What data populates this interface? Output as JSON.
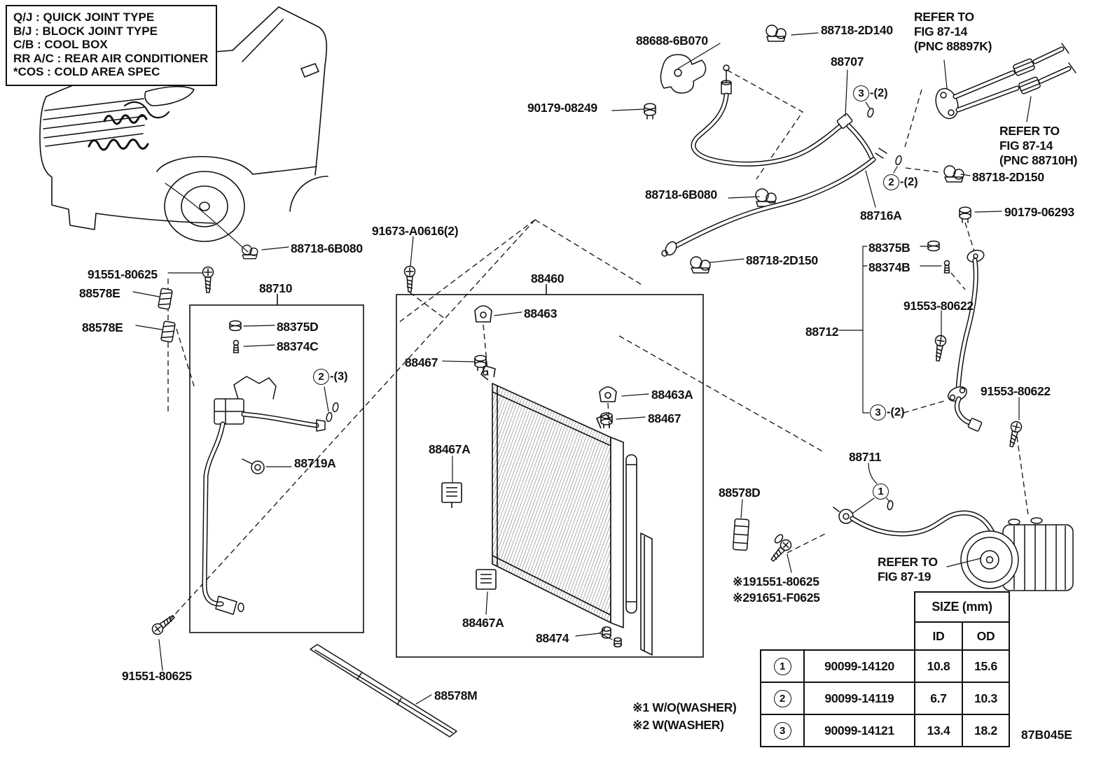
{
  "colors": {
    "line": "#111111",
    "background": "#ffffff"
  },
  "legend": {
    "lines": [
      "Q/J :  QUICK JOINT TYPE",
      "B/J :  BLOCK JOINT TYPE",
      "C/B :  COOL BOX",
      "RR A/C :  REAR AIR CONDITIONER",
      "*COS :  COLD AREA SPEC"
    ]
  },
  "labels": {
    "p88688_6b070": "88688-6B070",
    "p88718_2d140": "88718-2D140",
    "p88707": "88707",
    "p90179_08249": "90179-08249",
    "p88718_6b080_top": "88718-6B080",
    "p88718_2d150_right": "88718-2D150",
    "p88716a": "88716A",
    "p90179_06293": "90179-06293",
    "p88375b": "88375B",
    "p88374b": "88374B",
    "p88718_2d150_mid": "88718-2D150",
    "p91673_a0616": "91673-A0616(2)",
    "p88460": "88460",
    "p88463": "88463",
    "p91553_80622_top": "91553-80622",
    "p88712": "88712",
    "p88718_6b080_left": "88718-6B080",
    "p91551_80625_top": "91551-80625",
    "p88578e_upper": "88578E",
    "p88578e_lower": "88578E",
    "p88710": "88710",
    "p88375d": "88375D",
    "p88374c": "88374C",
    "p88467_left": "88467",
    "p88463a": "88463A",
    "p88467_right": "88467",
    "p88467a_upper": "88467A",
    "p88719a": "88719A",
    "p91553_80622_bot": "91553-80622",
    "p88711": "88711",
    "p88578d": "88578D",
    "p88467a_lower": "88467A",
    "p88474": "88474",
    "p91551_80625_bot": "91551-80625",
    "p88578m": "88578M"
  },
  "refer_notes": {
    "fig8714_top": {
      "l1": "REFER TO",
      "l2": "FIG 87-14",
      "l3": "(PNC 88897K)"
    },
    "fig8714_right": {
      "l1": "REFER TO",
      "l2": "FIG 87-14",
      "l3": "(PNC 88710H)"
    },
    "fig8719": {
      "l1": "REFER TO",
      "l2": "FIG 87-19"
    }
  },
  "callouts": {
    "c3_top": {
      "num": "3",
      "suffix": "-(2)"
    },
    "c2_right": {
      "num": "2",
      "suffix": "-(2)"
    },
    "c2_left": {
      "num": "2",
      "suffix": "-(3)"
    },
    "c3_right": {
      "num": "3",
      "suffix": "-(2)"
    },
    "c1": {
      "num": "1",
      "suffix": ""
    }
  },
  "washer_refs": {
    "r1": "※191551-80625",
    "r2": "※291651-F0625"
  },
  "footnotes": {
    "n1": "※1 W/O(WASHER)",
    "n2": "※2 W(WASHER)"
  },
  "size_table": {
    "title": "SIZE (mm)",
    "col_id": "ID",
    "col_od": "OD",
    "rows": [
      {
        "num": "1",
        "part": "90099-14120",
        "id": "10.8",
        "od": "15.6"
      },
      {
        "num": "2",
        "part": "90099-14119",
        "id": "6.7",
        "od": "10.3"
      },
      {
        "num": "3",
        "part": "90099-14121",
        "id": "13.4",
        "od": "18.2"
      }
    ]
  },
  "diagram_id": "87B045E"
}
